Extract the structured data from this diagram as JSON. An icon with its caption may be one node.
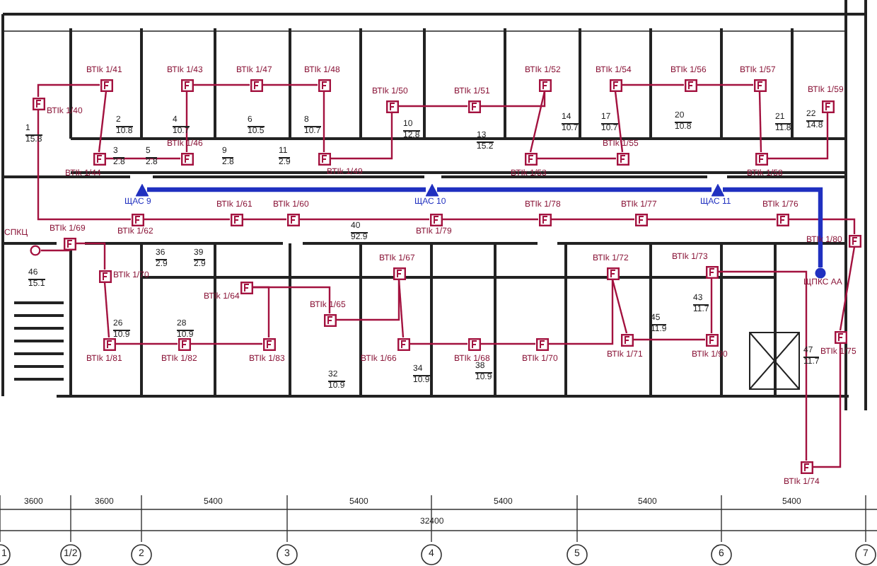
{
  "diagram": {
    "nodes": [
      {
        "text": [],
        "shape": "box",
        "beside": [
          "ВТIk 1/40"
        ]
      },
      {
        "text": [],
        "shape": "box",
        "beside": [
          "ВТIk 1/41"
        ]
      },
      {
        "text": [],
        "shape": "box",
        "beside": [
          "ВТIk 1/44"
        ]
      },
      {
        "text": [],
        "shape": "box",
        "beside": [
          "ВТIk 1/46"
        ]
      },
      {
        "text": [],
        "shape": "box",
        "beside": [
          "ВТIk 1/43"
        ]
      },
      {
        "text": [],
        "shape": "box",
        "beside": [
          "ВТIk 1/47"
        ]
      },
      {
        "text": [],
        "shape": "box",
        "beside": [
          "ВТIk 1/48"
        ]
      },
      {
        "text": [],
        "shape": "box",
        "beside": [
          "ВТIk 1/49"
        ]
      },
      {
        "text": [],
        "shape": "box",
        "beside": [
          "ВТIk 1/50"
        ]
      },
      {
        "text": [],
        "shape": "box",
        "beside": [
          "ВТIk 1/51"
        ]
      },
      {
        "text": [],
        "shape": "box",
        "beside": [
          "ВТIk 1/52"
        ]
      },
      {
        "text": [],
        "shape": "box",
        "beside": [
          "ВТIk 1/53"
        ]
      },
      {
        "text": [],
        "shape": "box",
        "beside": [
          "ВТIk 1/55"
        ]
      },
      {
        "text": [],
        "shape": "box",
        "beside": [
          "ВТIk 1/54"
        ]
      },
      {
        "text": [],
        "shape": "box",
        "beside": [
          "ВТIk 1/56"
        ]
      },
      {
        "text": [],
        "shape": "box",
        "beside": [
          "ВТIk 1/57"
        ]
      },
      {
        "text": [],
        "shape": "box",
        "beside": [
          "ВТIk 1/58"
        ]
      },
      {
        "text": [],
        "shape": "box",
        "beside": [
          "ВТIk 1/59"
        ]
      },
      {
        "text": [],
        "shape": "box",
        "beside": [
          "ВТIk 1/62"
        ]
      },
      {
        "text": [],
        "shape": "box",
        "beside": [
          "ВТIk 1/61"
        ]
      },
      {
        "text": [],
        "shape": "box",
        "beside": [
          "ВТIk 1/60"
        ]
      },
      {
        "text": [],
        "shape": "box",
        "beside": [
          "ВТIk 1/79"
        ]
      },
      {
        "text": [],
        "shape": "box",
        "beside": [
          "ВТIk 1/78"
        ]
      },
      {
        "text": [],
        "shape": "box",
        "beside": [
          "ВТIk 1/77"
        ]
      },
      {
        "text": [],
        "shape": "box",
        "beside": [
          "ВТIk 1/76"
        ]
      },
      {
        "text": [],
        "shape": "box",
        "beside": [
          "ВТIk 1/80"
        ]
      },
      {
        "text": [],
        "shape": "circle",
        "beside": [
          "СПКЦ"
        ]
      },
      {
        "text": [],
        "shape": "box",
        "beside": [
          "ВТIk 1/69"
        ]
      },
      {
        "text": [],
        "shape": "box",
        "beside": [
          "ВТIk 1/70"
        ]
      },
      {
        "text": [],
        "shape": "box",
        "beside": [
          "ВТIk 1/81"
        ]
      },
      {
        "text": [],
        "shape": "box",
        "beside": [
          "ВТIk 1/82"
        ]
      },
      {
        "text": [],
        "shape": "box",
        "beside": [
          "ВТIk 1/83"
        ]
      },
      {
        "text": [],
        "shape": "box",
        "beside": [
          "ВТIk 1/64"
        ]
      },
      {
        "text": [],
        "shape": "box",
        "beside": [
          "ВТIk 1/65"
        ]
      },
      {
        "text": [],
        "shape": "box",
        "beside": [
          "ВТIk 1/67"
        ]
      },
      {
        "text": [],
        "shape": "box",
        "beside": [
          "ВТIk 1/66"
        ]
      },
      {
        "text": [],
        "shape": "box",
        "beside": [
          "ВТIk 1/68"
        ]
      },
      {
        "text": [],
        "shape": "box",
        "beside": [
          "ВТIk 1/70"
        ]
      },
      {
        "text": [],
        "shape": "box",
        "beside": [
          "ВТIk 1/72"
        ]
      },
      {
        "text": [],
        "shape": "box",
        "beside": [
          "ВТIk 1/71"
        ]
      },
      {
        "text": [],
        "shape": "box",
        "beside": [
          "ВТIk 1/90"
        ]
      },
      {
        "text": [],
        "shape": "box",
        "beside": [
          "ВТIk 1/73"
        ]
      },
      {
        "text": [],
        "shape": "box",
        "beside": [
          "ВТIk 1/74"
        ]
      },
      {
        "text": [],
        "shape": "box",
        "beside": [
          "ВТIk 1/75"
        ]
      },
      {
        "text": [],
        "shape": "triangle",
        "beside": [
          "ЩАС 9"
        ]
      },
      {
        "text": [],
        "shape": "triangle",
        "beside": [
          "ЩАС 10"
        ]
      },
      {
        "text": [],
        "shape": "triangle",
        "beside": [
          "ЩАС 11"
        ]
      },
      {
        "text": [],
        "shape": "circle",
        "beside": [
          "ЩПКС АА"
        ]
      }
    ],
    "edges": [
      {
        "from": 0,
        "to": 1,
        "arrow": "none"
      },
      {
        "from": 1,
        "to": 2,
        "arrow": "none"
      },
      {
        "from": 2,
        "to": 3,
        "arrow": "none"
      },
      {
        "from": 3,
        "to": 4,
        "arrow": "none"
      },
      {
        "from": 4,
        "to": 5,
        "arrow": "none"
      },
      {
        "from": 5,
        "to": 6,
        "arrow": "none"
      },
      {
        "from": 6,
        "to": 7,
        "arrow": "none"
      },
      {
        "from": 7,
        "to": 8,
        "arrow": "none"
      },
      {
        "from": 8,
        "to": 9,
        "arrow": "none"
      },
      {
        "from": 9,
        "to": 10,
        "arrow": "none"
      },
      {
        "from": 10,
        "to": 11,
        "arrow": "none"
      },
      {
        "from": 11,
        "to": 12,
        "arrow": "none"
      },
      {
        "from": 12,
        "to": 13,
        "arrow": "none"
      },
      {
        "from": 13,
        "to": 14,
        "arrow": "none"
      },
      {
        "from": 14,
        "to": 15,
        "arrow": "none"
      },
      {
        "from": 15,
        "to": 16,
        "arrow": "none"
      },
      {
        "from": 16,
        "to": 17,
        "arrow": "none"
      },
      {
        "from": 0,
        "to": 18,
        "arrow": "none"
      },
      {
        "from": 18,
        "to": 19,
        "arrow": "none"
      },
      {
        "from": 19,
        "to": 20,
        "arrow": "none"
      },
      {
        "from": 20,
        "to": 21,
        "arrow": "none"
      },
      {
        "from": 21,
        "to": 22,
        "arrow": "none"
      },
      {
        "from": 22,
        "to": 23,
        "arrow": "none"
      },
      {
        "from": 23,
        "to": 24,
        "arrow": "none"
      },
      {
        "from": 24,
        "to": 25,
        "arrow": "none"
      },
      {
        "from": 26,
        "to": 27,
        "arrow": "none"
      },
      {
        "from": 27,
        "to": 28,
        "arrow": "none"
      },
      {
        "from": 28,
        "to": 29,
        "arrow": "none"
      },
      {
        "from": 29,
        "to": 30,
        "arrow": "none"
      },
      {
        "from": 30,
        "to": 31,
        "arrow": "none"
      },
      {
        "from": 31,
        "to": 32,
        "arrow": "none"
      },
      {
        "from": 32,
        "to": 33,
        "arrow": "none"
      },
      {
        "from": 33,
        "to": 34,
        "arrow": "none"
      },
      {
        "from": 34,
        "to": 35,
        "arrow": "none"
      },
      {
        "from": 35,
        "to": 36,
        "arrow": "none"
      },
      {
        "from": 36,
        "to": 37,
        "arrow": "none"
      },
      {
        "from": 37,
        "to": 38,
        "arrow": "none"
      },
      {
        "from": 38,
        "to": 39,
        "arrow": "none"
      },
      {
        "from": 39,
        "to": 40,
        "arrow": "none"
      },
      {
        "from": 40,
        "to": 41,
        "arrow": "none"
      },
      {
        "from": 41,
        "to": 42,
        "arrow": "none"
      },
      {
        "from": 42,
        "to": 43,
        "arrow": "none"
      },
      {
        "from": 43,
        "to": 25,
        "arrow": "none"
      },
      {
        "from": 44,
        "to": 45,
        "arrow": "none",
        "style": "thick",
        "color": "#2030c0"
      },
      {
        "from": 45,
        "to": 46,
        "arrow": "none",
        "style": "thick",
        "color": "#2030c0"
      },
      {
        "from": 46,
        "to": 47,
        "arrow": "none",
        "style": "thick",
        "color": "#2030c0"
      }
    ],
    "labels": [
      "1",
      "15.8",
      "2",
      "10.8",
      "4",
      "10.7",
      "6",
      "10.5",
      "8",
      "10.7",
      "10",
      "12.8",
      "3",
      "2.8",
      "5",
      "2.8",
      "9",
      "2.8",
      "11",
      "2.9",
      "13",
      "15.2",
      "14",
      "10.7",
      "17",
      "10.7",
      "20",
      "10.8",
      "21",
      "11.8",
      "22",
      "14.8",
      "40",
      "92.9",
      "46",
      "15.1",
      "36",
      "2.9",
      "39",
      "2.9",
      "26",
      "10.9",
      "28",
      "10.9",
      "32",
      "10.9",
      "34",
      "10.9",
      "38",
      "10.9",
      "45",
      "11.9",
      "43",
      "11.7",
      "47",
      "11.7",
      "3600",
      "3600",
      "5400",
      "5400",
      "5400",
      "5400",
      "5400",
      "32400",
      "1",
      "1/2",
      "2",
      "3",
      "4",
      "5",
      "6",
      "7"
    ]
  }
}
